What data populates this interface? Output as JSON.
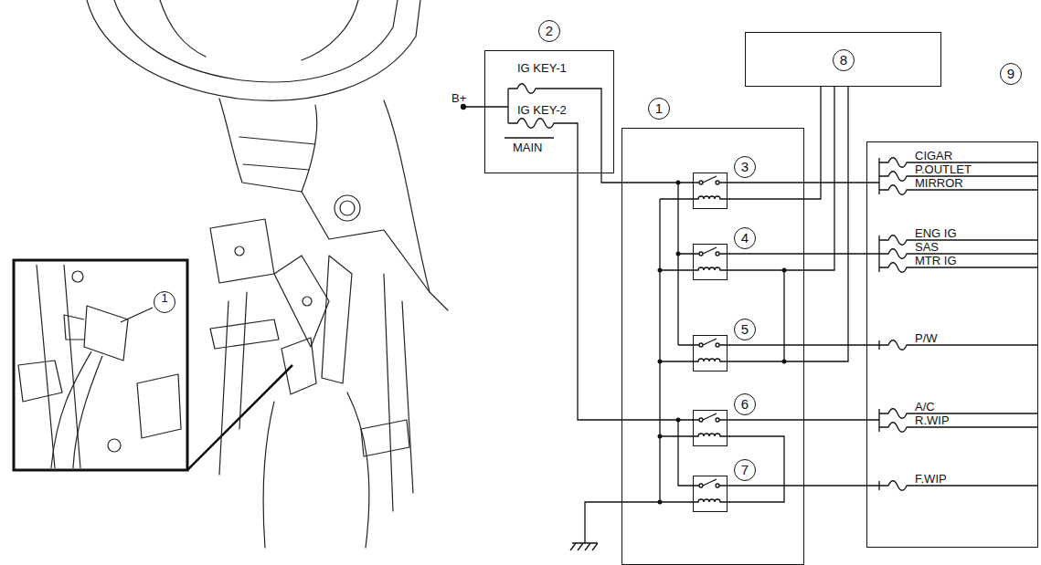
{
  "diagram": {
    "nodes": [
      {
        "text": [
          "2",
          "IG KEY-1",
          "IG KEY-2",
          "MAIN"
        ]
      },
      {
        "text": [
          "1"
        ]
      },
      {
        "text": [
          "3"
        ],
        "in": 1
      },
      {
        "text": [
          "4"
        ],
        "in": 1
      },
      {
        "text": [
          "5"
        ],
        "in": 1
      },
      {
        "text": [
          "6"
        ],
        "in": 1
      },
      {
        "text": [
          "7"
        ],
        "in": 1
      },
      {
        "text": [
          "8"
        ]
      },
      {
        "text": [
          "9",
          "CIGAR",
          "P.OUTLET",
          "MIRROR",
          "ENG IG",
          "SAS",
          "MTR IG",
          "P/W",
          "A/C",
          "R.WIP",
          "F.WIP"
        ]
      }
    ],
    "edges": [
      {
        "from": 0,
        "to": 2,
        "arrow": "none"
      },
      {
        "from": 0,
        "to": 5,
        "arrow": "none"
      },
      {
        "from": 2,
        "to": 8,
        "arrow": "none"
      },
      {
        "from": 3,
        "to": 8,
        "arrow": "none"
      },
      {
        "from": 4,
        "to": 8,
        "arrow": "none"
      },
      {
        "from": 5,
        "to": 8,
        "arrow": "none"
      },
      {
        "from": 6,
        "to": 8,
        "arrow": "none"
      },
      {
        "from": 7,
        "to": 2,
        "arrow": "none"
      },
      {
        "from": 7,
        "to": 3,
        "arrow": "none"
      },
      {
        "from": 7,
        "to": 4,
        "arrow": "none"
      }
    ],
    "labels": [
      "B+",
      "1"
    ]
  }
}
